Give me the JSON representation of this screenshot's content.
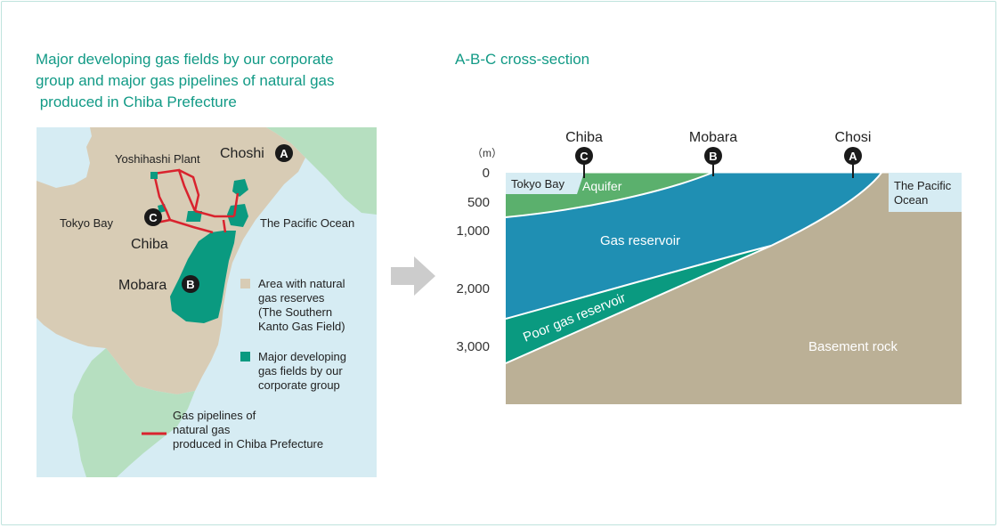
{
  "map": {
    "title_lines": [
      "Major developing gas fields by our corporate",
      "group and major gas pipelines of natural gas",
      " produced in Chiba Prefecture"
    ],
    "labels": {
      "yoshihashi": "Yoshihashi Plant",
      "choshi": "Choshi",
      "tokyo_bay": "Tokyo Bay",
      "pacific": "The Pacific Ocean",
      "chiba": "Chiba",
      "mobara": "Mobara"
    },
    "markers": {
      "a": "A",
      "b": "B",
      "c": "C"
    },
    "legend": {
      "reserves": [
        "Area with natural",
        "gas reserves",
        "(The Southern",
        "Kanto Gas Field)"
      ],
      "fields": [
        "Major developing",
        "gas fields by our",
        "corporate group"
      ],
      "pipelines": [
        "Gas pipelines of",
        "natural gas",
        "produced in Chiba Prefecture"
      ]
    },
    "colors": {
      "sea": "#d6ecf3",
      "land": "#d8ccb5",
      "land_other": "#b6dfc0",
      "gas_field": "#0a9a80",
      "pipeline": "#d9232e"
    }
  },
  "arrow_icon": "right-arrow-icon",
  "section": {
    "title": "A-B-C cross-section",
    "unit": "（m）",
    "depth_ticks": [
      "0",
      "500",
      "1,000",
      "2,000",
      "3,000"
    ],
    "locations": {
      "chiba": "Chiba",
      "mobara": "Mobara",
      "chosi": "Chosi"
    },
    "markers": {
      "c": "C",
      "b": "B",
      "a": "A"
    },
    "layers": {
      "aquifer": "Aquifer",
      "gas_reservoir": "Gas reservoir",
      "poor_gas_reservoir": "Poor gas reservoir",
      "basement": "Basement rock"
    },
    "tokyo_bay": "Tokyo Bay",
    "pacific_lines": [
      "The Pacific",
      "Ocean"
    ],
    "colors": {
      "aquifer": "#5bb06d",
      "gas_reservoir": "#1f8fb3",
      "poor_gas_reservoir": "#0a9a80",
      "basement": "#bbb096",
      "water": "#d6ecf3"
    }
  }
}
